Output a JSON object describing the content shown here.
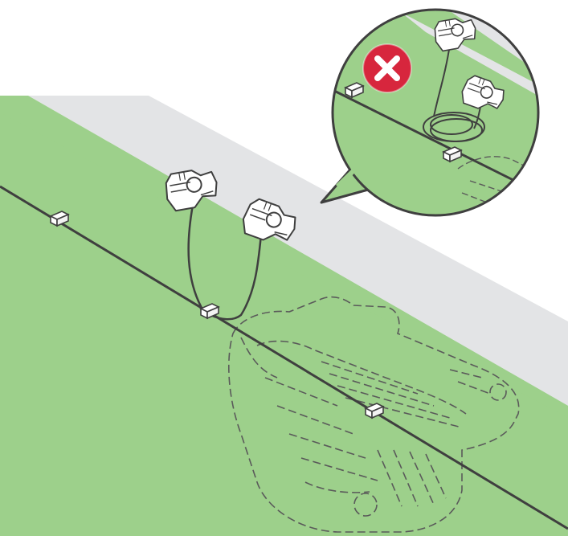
{
  "illustration": {
    "subject": "robotic-mower-boundary-wire-installation",
    "scene_elements": [
      "lawn",
      "paving-strip",
      "boundary-wire",
      "wire-pegs",
      "wire-connectors",
      "mower-outline"
    ],
    "callout": {
      "status": "incorrect",
      "icon": "error-x-icon"
    }
  },
  "colors": {
    "lawn": "#9dd08b",
    "paving": "#e3e4e6",
    "wire": "#3f3f3f",
    "outline": "#5a5a5a",
    "peg": "#ffffff",
    "error": "#d7263d"
  }
}
